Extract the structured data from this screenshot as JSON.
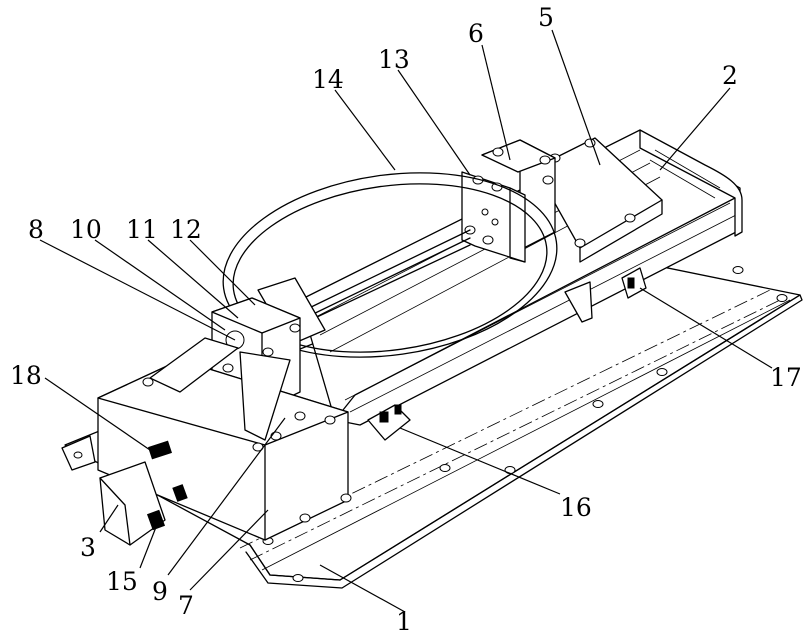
{
  "callouts": [
    {
      "id": "c1",
      "text": "1"
    },
    {
      "id": "c2",
      "text": "2"
    },
    {
      "id": "c3",
      "text": "3"
    },
    {
      "id": "c5",
      "text": "5"
    },
    {
      "id": "c6",
      "text": "6"
    },
    {
      "id": "c7",
      "text": "7"
    },
    {
      "id": "c8",
      "text": "8"
    },
    {
      "id": "c9",
      "text": "9"
    },
    {
      "id": "c10",
      "text": "10"
    },
    {
      "id": "c11",
      "text": "11"
    },
    {
      "id": "c12",
      "text": "12"
    },
    {
      "id": "c13",
      "text": "13"
    },
    {
      "id": "c14",
      "text": "14"
    },
    {
      "id": "c15",
      "text": "15"
    },
    {
      "id": "c16",
      "text": "16"
    },
    {
      "id": "c17",
      "text": "17"
    },
    {
      "id": "c18",
      "text": "18"
    }
  ],
  "colors": {
    "line": "#000000",
    "background": "#ffffff"
  }
}
